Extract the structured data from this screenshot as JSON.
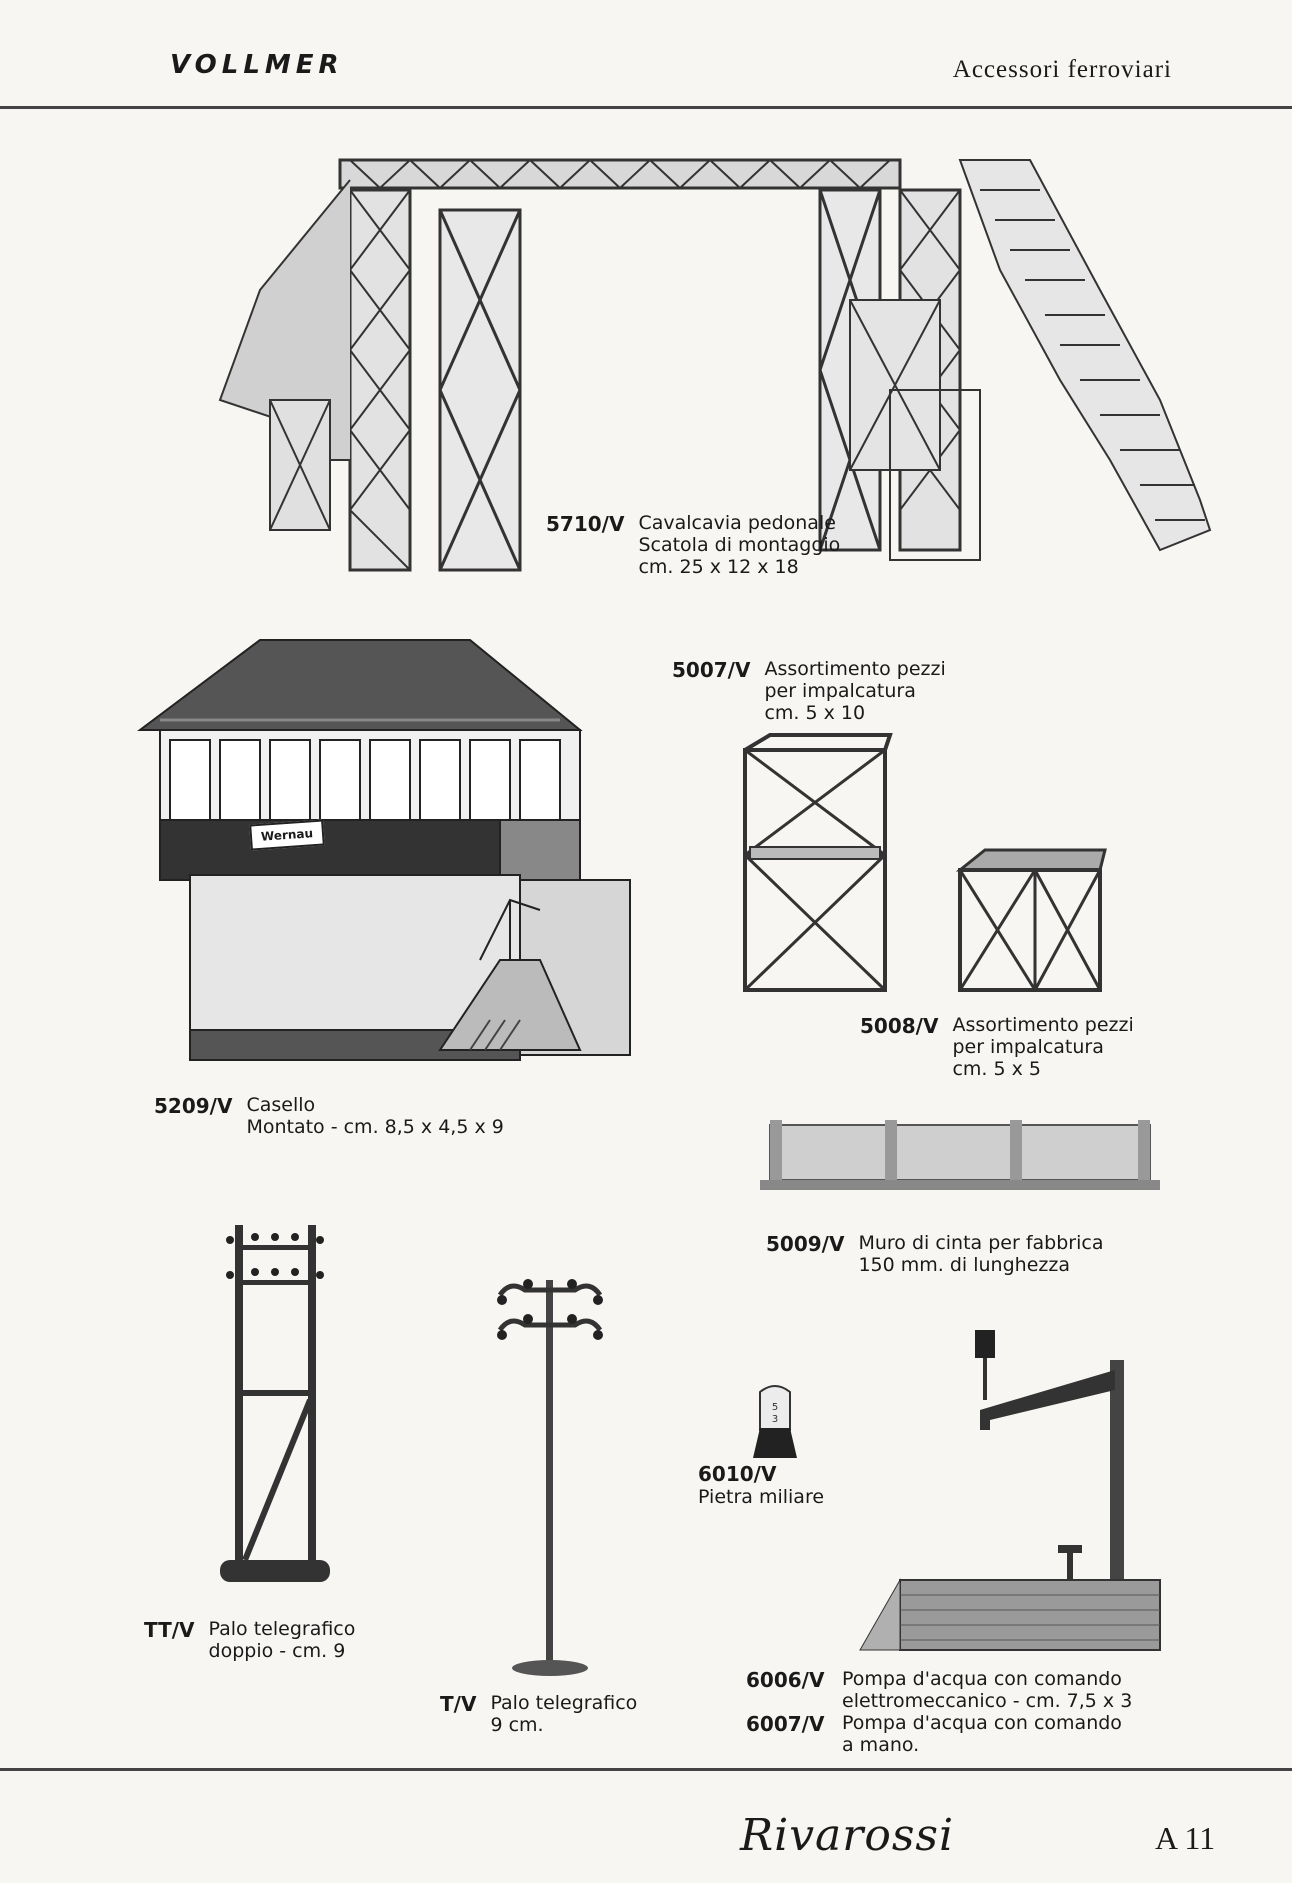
{
  "header": {
    "brand": "VOLLMER",
    "section": "Accessori ferroviari"
  },
  "items": [
    {
      "code": "5710/V",
      "lines": [
        "Cavalcavia pedonale",
        "Scatola di montaggio",
        "cm. 25 x 12 x 18"
      ]
    },
    {
      "code": "5007/V",
      "lines": [
        "Assortimento pezzi",
        "per impalcatura",
        "cm. 5 x 10"
      ]
    },
    {
      "code": "5008/V",
      "lines": [
        "Assortimento pezzi",
        "per impalcatura",
        "cm.  5 x 5"
      ]
    },
    {
      "code": "5209/V",
      "lines": [
        "Casello",
        "Montato - cm. 8,5 x 4,5 x 9"
      ]
    },
    {
      "code": "5009/V",
      "lines": [
        "Muro di cinta per fabbrica",
        "150 mm. di lunghezza"
      ]
    },
    {
      "code": "6010/V",
      "lines": [
        "Pietra miliare"
      ]
    },
    {
      "code": "TT/V",
      "lines": [
        "Palo telegrafico",
        "doppio  -  cm. 9"
      ]
    },
    {
      "code": "T/V",
      "lines": [
        "Palo telegrafico",
        "9 cm."
      ]
    },
    {
      "code": "6006/V",
      "lines": [
        "Pompa d'acqua con comando",
        "elettromeccanico - cm. 7,5 x 3"
      ]
    },
    {
      "code": "6007/V",
      "lines": [
        "Pompa d'acqua con comando",
        "a mano."
      ]
    }
  ],
  "signbox_sign": "Wernau",
  "footer": {
    "logo": "Rivarossi",
    "page": "A 11"
  }
}
